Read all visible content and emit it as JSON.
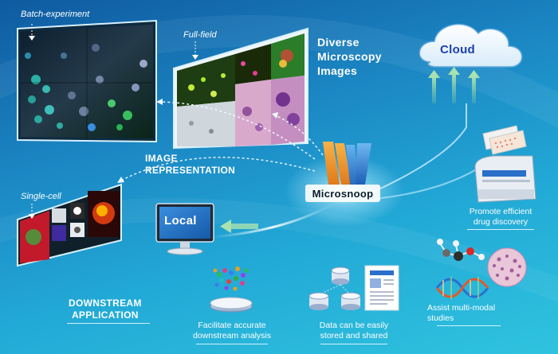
{
  "labels": {
    "batch_experiment": "Batch-experiment",
    "full_field": "Full-field",
    "single_cell": "Single-cell",
    "diverse_microscopy_images": [
      "Diverse",
      "Microscopy",
      "Images"
    ],
    "image_representation": [
      "IMAGE",
      "REPRESENTATION"
    ],
    "microsnoop": "Microsnoop",
    "cloud": "Cloud",
    "local": "Local",
    "downstream_application": [
      "DOWNSTREAM",
      "APPLICATION"
    ],
    "facilitate_analysis": [
      "Facilitate accurate",
      "downstream analysis"
    ],
    "data_stored": [
      "Data can be easily",
      "stored and shared"
    ],
    "assist_multimodal": [
      "Assist multi-modal",
      "studies"
    ],
    "promote_drug_discovery": [
      "Promote efficient",
      "drug discovery"
    ]
  },
  "colors": {
    "background_top": "#0f5aa0",
    "background_bottom": "#2fc3df",
    "cloud_text": "#1a3fb0",
    "arrow_green": "#8fd39c",
    "logo_orange": "#f39a2b",
    "logo_blue": "#2f7fd3"
  }
}
